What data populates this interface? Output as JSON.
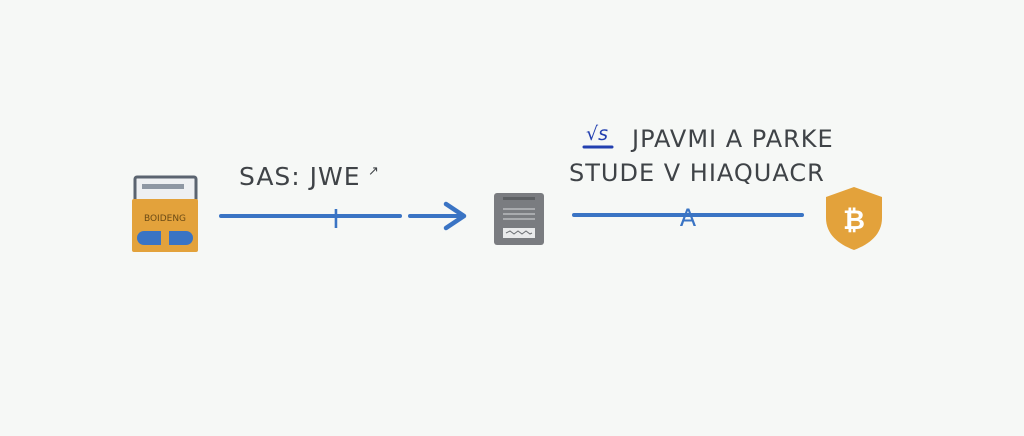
{
  "diagram": {
    "left_label": "SAS: JWE",
    "left_label_arrow_glyph": "↗",
    "left_arrow_mark": "I",
    "right_mark_badge": "√s",
    "right_label_line1": "JPAVMI A PARKE",
    "right_label_line2": "STUDE V HIAQUACR",
    "right_arrow_mark": "A",
    "source_icon_text": "BOIDENG",
    "bitcoin_symbol": "₿",
    "colors": {
      "background": "#f6f8f6",
      "line_blue": "#3a74c4",
      "wallet_orange": "#e3a23b",
      "server_gray": "#7a7c80",
      "shield_orange": "#e3a23b",
      "text_gray": "#3f4347",
      "badge_blue": "#2340b0"
    },
    "icons": [
      "wallet-icon",
      "server-icon",
      "bitcoin-shield-icon"
    ]
  }
}
